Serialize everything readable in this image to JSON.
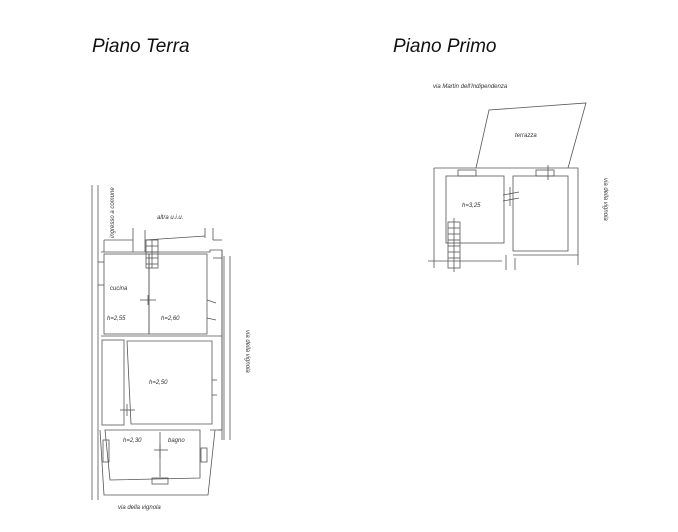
{
  "floors": [
    {
      "title": "Piano Terra",
      "labels": {
        "access": "ingresso a comune",
        "neighbor": "altra u.i.u.",
        "kitchen": "cucina",
        "h_kitchen": "h=2,55",
        "h_room1": "h=2,60",
        "h_room2": "h=2,50",
        "h_room3": "h=2,30",
        "bathroom": "bagno",
        "street_east": "via della vignola",
        "street_south": "via della vignola"
      }
    },
    {
      "title": "Piano Primo",
      "labels": {
        "street_north": "via Martin dell'Indipendenza",
        "terrace": "terrazza",
        "h_room": "h=3,25",
        "street_east": "via della vignola"
      }
    }
  ],
  "colors": {
    "line": "#555555",
    "text": "#222222",
    "background": "#ffffff"
  }
}
